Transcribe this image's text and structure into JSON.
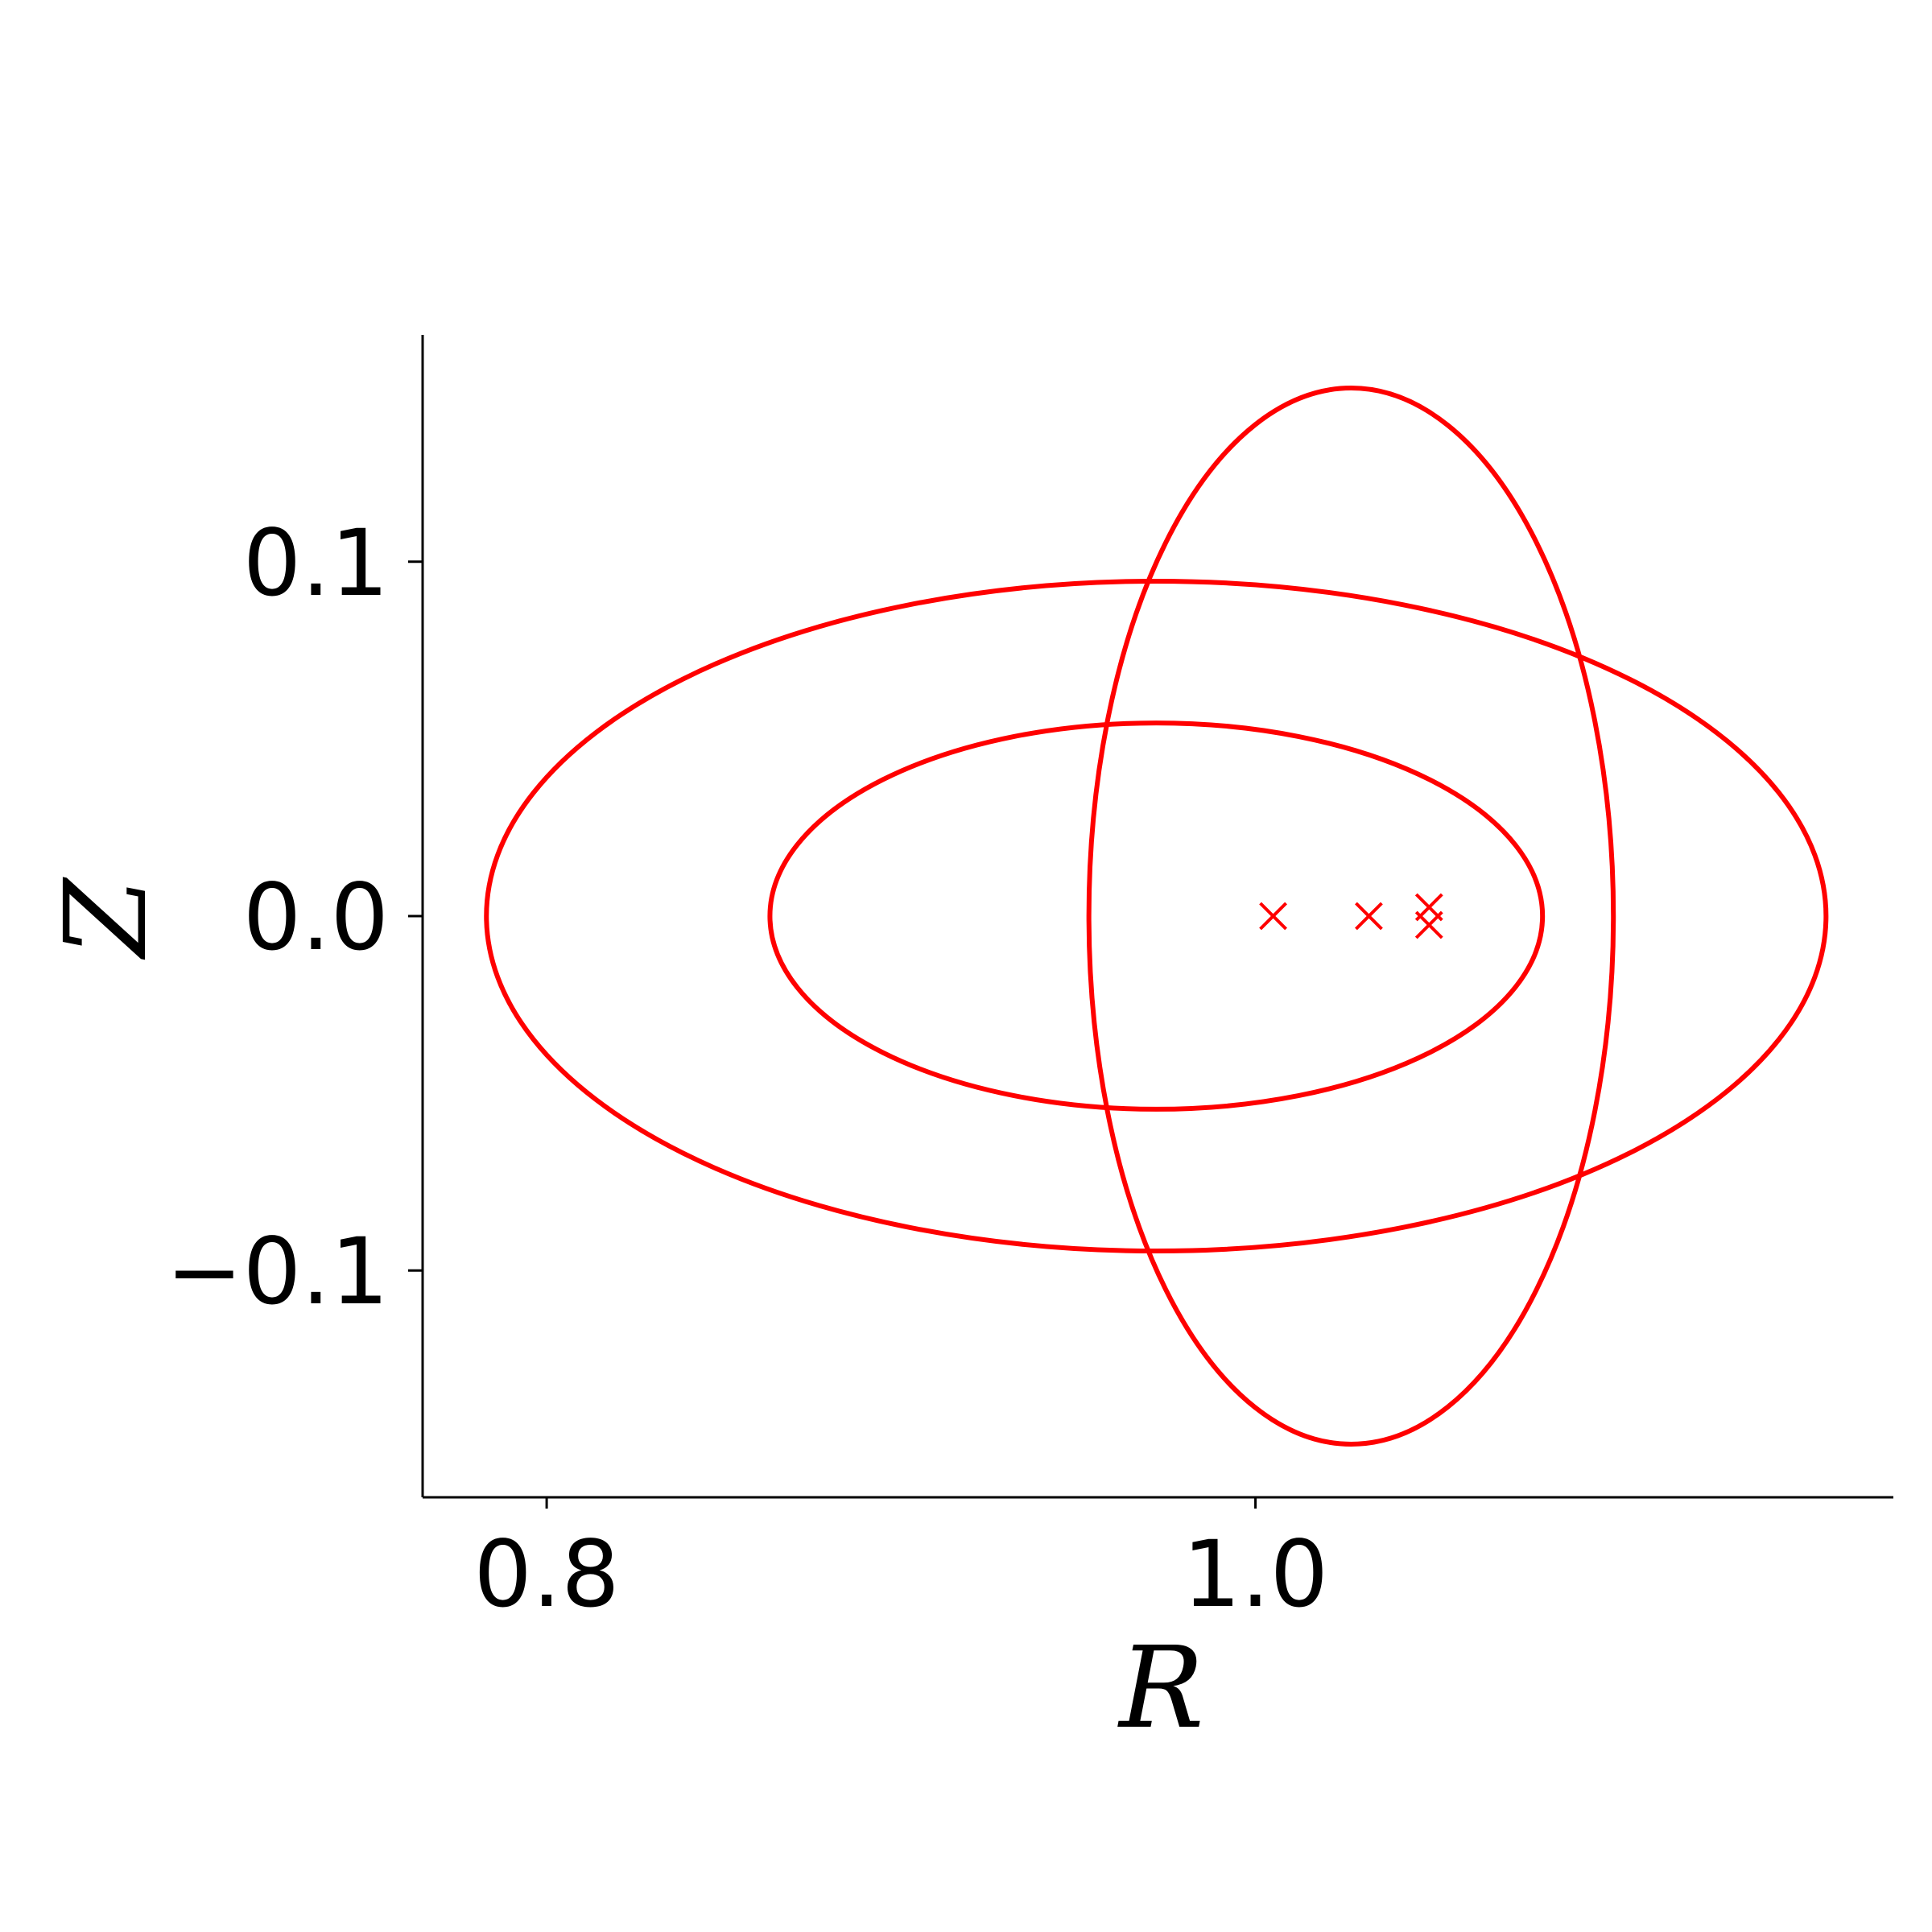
{
  "chart_data": {
    "type": "scatter",
    "title": "",
    "xlabel": "R",
    "ylabel": "Z",
    "xlim": [
      0.765,
      1.18
    ],
    "ylim": [
      -0.164,
      0.164
    ],
    "xticks": [
      {
        "value": 0.8,
        "label": "0.8"
      },
      {
        "value": 1.0,
        "label": "1.0"
      }
    ],
    "yticks": [
      {
        "value": 0.1,
        "label": "0.1"
      },
      {
        "value": 0.0,
        "label": "0.0"
      },
      {
        "value": -0.1,
        "label": "−0.1"
      }
    ],
    "grid": false,
    "color": "#ff0000",
    "series": [
      {
        "kind": "ellipse",
        "center": [
          0.972,
          0.0
        ],
        "semi_axes": [
          0.109,
          0.0545
        ]
      },
      {
        "kind": "ellipse",
        "center": [
          0.972,
          0.0
        ],
        "semi_axes": [
          0.189,
          0.0945
        ]
      },
      {
        "kind": "ellipse",
        "center": [
          1.027,
          0.0
        ],
        "semi_axes": [
          0.074,
          0.149
        ]
      },
      {
        "kind": "markers",
        "marker": "x",
        "points": [
          [
            1.005,
            0.0
          ],
          [
            1.032,
            0.0
          ],
          [
            1.049,
            0.0025
          ],
          [
            1.049,
            -0.0025
          ]
        ]
      }
    ]
  }
}
